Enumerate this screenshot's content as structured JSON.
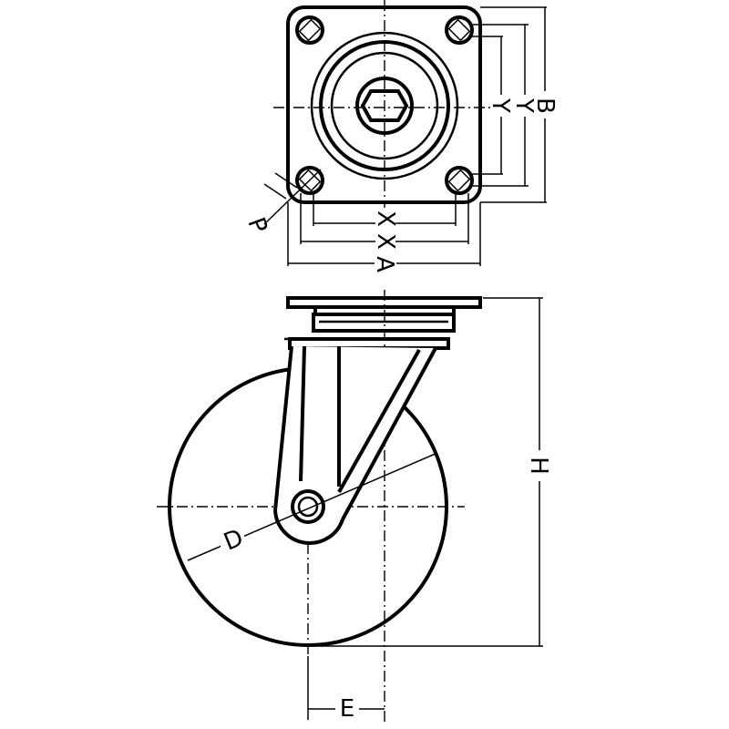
{
  "labels": {
    "A": "A",
    "B": "B",
    "X": "X",
    "Y": "Y",
    "P": "P",
    "D": "D",
    "H": "H",
    "E": "E"
  },
  "colors": {
    "line": "#000000",
    "background": "#ffffff"
  }
}
